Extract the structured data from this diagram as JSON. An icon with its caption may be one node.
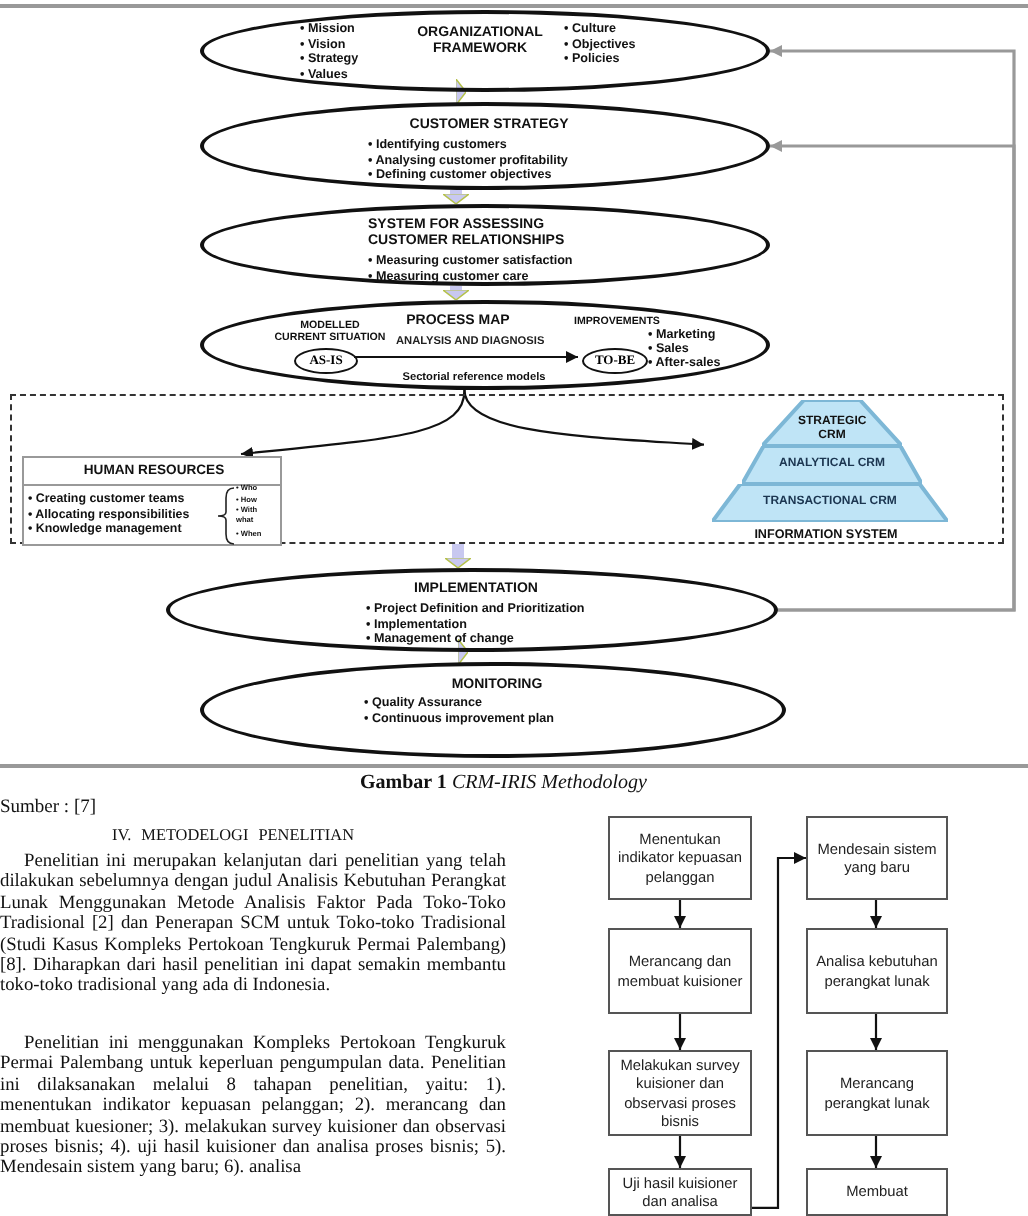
{
  "diagram": {
    "caption": "**Gambar 1** *CRM-IRIS Methodology*",
    "nodes": [
      {
        "text": [
          "• Mission",
          "• Vision",
          "• Strategy",
          "• Values",
          "ORGANIZATIONAL FRAMEWORK",
          "• Culture",
          "• Objectives",
          "• Policies"
        ]
      },
      {
        "text": [
          "CUSTOMER STRATEGY",
          "• Identifying customers",
          "• Analysing customer profitability",
          "• Defining customer objectives"
        ]
      },
      {
        "text": [
          "SYSTEM FOR ASSESSING CUSTOMER RELATIONSHIPS",
          "• Measuring customer satisfaction",
          "• Measuring customer care"
        ]
      },
      {
        "text": [
          "MODELLED CURRENT SITUATION",
          "PROCESS MAP",
          "IMPROVEMENTS",
          "• Marketing",
          "• Sales",
          "• After-sales",
          "Sectorial reference models"
        ]
      },
      {
        "text": [
          "AS-IS"
        ],
        "in": 3
      },
      {
        "text": [
          "TO-BE"
        ],
        "in": 3
      },
      {
        "text": [],
        "shape": "box"
      },
      {
        "text": [
          "HUMAN RESOURCES",
          "• Creating customer teams",
          "• Allocating responsibilities",
          "• Knowledge management",
          "• Who",
          "• How",
          "• With what",
          "• When"
        ],
        "in": 6
      },
      {
        "text": [
          "INFORMATION SYSTEM"
        ],
        "in": 6
      },
      {
        "text": [
          "STRATEGIC CRM"
        ],
        "in": 8
      },
      {
        "text": [
          "ANALYTICAL CRM"
        ],
        "in": 8
      },
      {
        "text": [
          "TRANSACTIONAL CRM"
        ],
        "in": 8
      },
      {
        "text": [
          "IMPLEMENTATION",
          "• Project Definition and Prioritization",
          "• Implementation",
          "• Management of change"
        ]
      },
      {
        "text": [
          "MONITORING",
          "• Quality Assurance",
          "• Continuous improvement plan"
        ]
      },
      {
        "text": [
          "Menentukan indikator kepuasan pelanggan"
        ]
      },
      {
        "text": [
          "Merancang dan membuat kuisioner"
        ]
      },
      {
        "text": [
          "Melakukan survey kuisioner dan observasi proses bisnis"
        ]
      },
      {
        "text": [
          "Uji hasil kuisioner dan analisa"
        ]
      },
      {
        "text": [
          "Mendesain sistem yang baru"
        ]
      },
      {
        "text": [
          "Analisa kebutuhan perangkat lunak"
        ]
      },
      {
        "text": [
          "Merancang perangkat lunak"
        ]
      },
      {
        "text": [
          "Membuat"
        ]
      }
    ],
    "edges": [
      {
        "from": 0,
        "to": 1,
        "arrow": "to",
        "style": "thick",
        "color": "#c8c8f0"
      },
      {
        "from": 1,
        "to": 2,
        "arrow": "to",
        "style": "thick",
        "color": "#c8c8f0"
      },
      {
        "from": 2,
        "to": 3,
        "arrow": "to",
        "style": "thick",
        "color": "#c8c8f0"
      },
      {
        "from": 4,
        "to": 5,
        "arrow": "to",
        "label": "ANALYSIS AND DIAGNOSIS"
      },
      {
        "from": 3,
        "to": 7,
        "arrow": "to"
      },
      {
        "from": 3,
        "to": 8,
        "arrow": "to"
      },
      {
        "from": 6,
        "to": 12,
        "arrow": "to",
        "style": "thick",
        "color": "#c8c8f0"
      },
      {
        "from": 12,
        "to": 13,
        "arrow": "to",
        "style": "thick",
        "color": "#c8c8f0"
      },
      {
        "from": 12,
        "to": 0,
        "arrow": "to",
        "color": "#999999"
      },
      {
        "from": 12,
        "to": 1,
        "arrow": "to",
        "color": "#999999"
      },
      {
        "from": 14,
        "to": 15,
        "arrow": "to"
      },
      {
        "from": 15,
        "to": 16,
        "arrow": "to"
      },
      {
        "from": 16,
        "to": 17,
        "arrow": "to"
      },
      {
        "from": 17,
        "to": 18,
        "arrow": "to"
      },
      {
        "from": 18,
        "to": 19,
        "arrow": "to"
      },
      {
        "from": 19,
        "to": 20,
        "arrow": "to"
      },
      {
        "from": 20,
        "to": 21,
        "arrow": "to"
      }
    ],
    "labels": [
      "Sumber : [7]",
      "IV. METODELOGI PENELITIAN",
      "Penelitian ini merupakan kelanjutan dari penelitian yang telah dilakukan sebelumnya dengan judul Analisis Kebutuhan Perangkat Lunak Menggunakan Metode Analisis Faktor Pada Toko-Toko Tradisional [2] dan Penerapan SCM untuk Toko-toko Tradisional (Studi Kasus Kompleks Pertokoan Tengkuruk Permai Palembang) [8]. Diharapkan dari hasil penelitian ini dapat semakin membantu toko-toko tradisional yang ada di Indonesia.",
      "Penelitian ini menggunakan Kompleks Pertokoan Tengkuruk Permai Palembang untuk keperluan pengumpulan data. Penelitian ini dilaksanakan melalui 8 tahapan penelitian, yaitu: 1). menentukan indikator kepuasan pelanggan; 2). merancang dan membuat kuesioner; 3). melakukan survey kuisioner dan observasi proses bisnis; 4). uji hasil kuisioner dan analisa proses bisnis; 5). Mendesain sistem yang baru; 6). analisa"
    ]
  }
}
